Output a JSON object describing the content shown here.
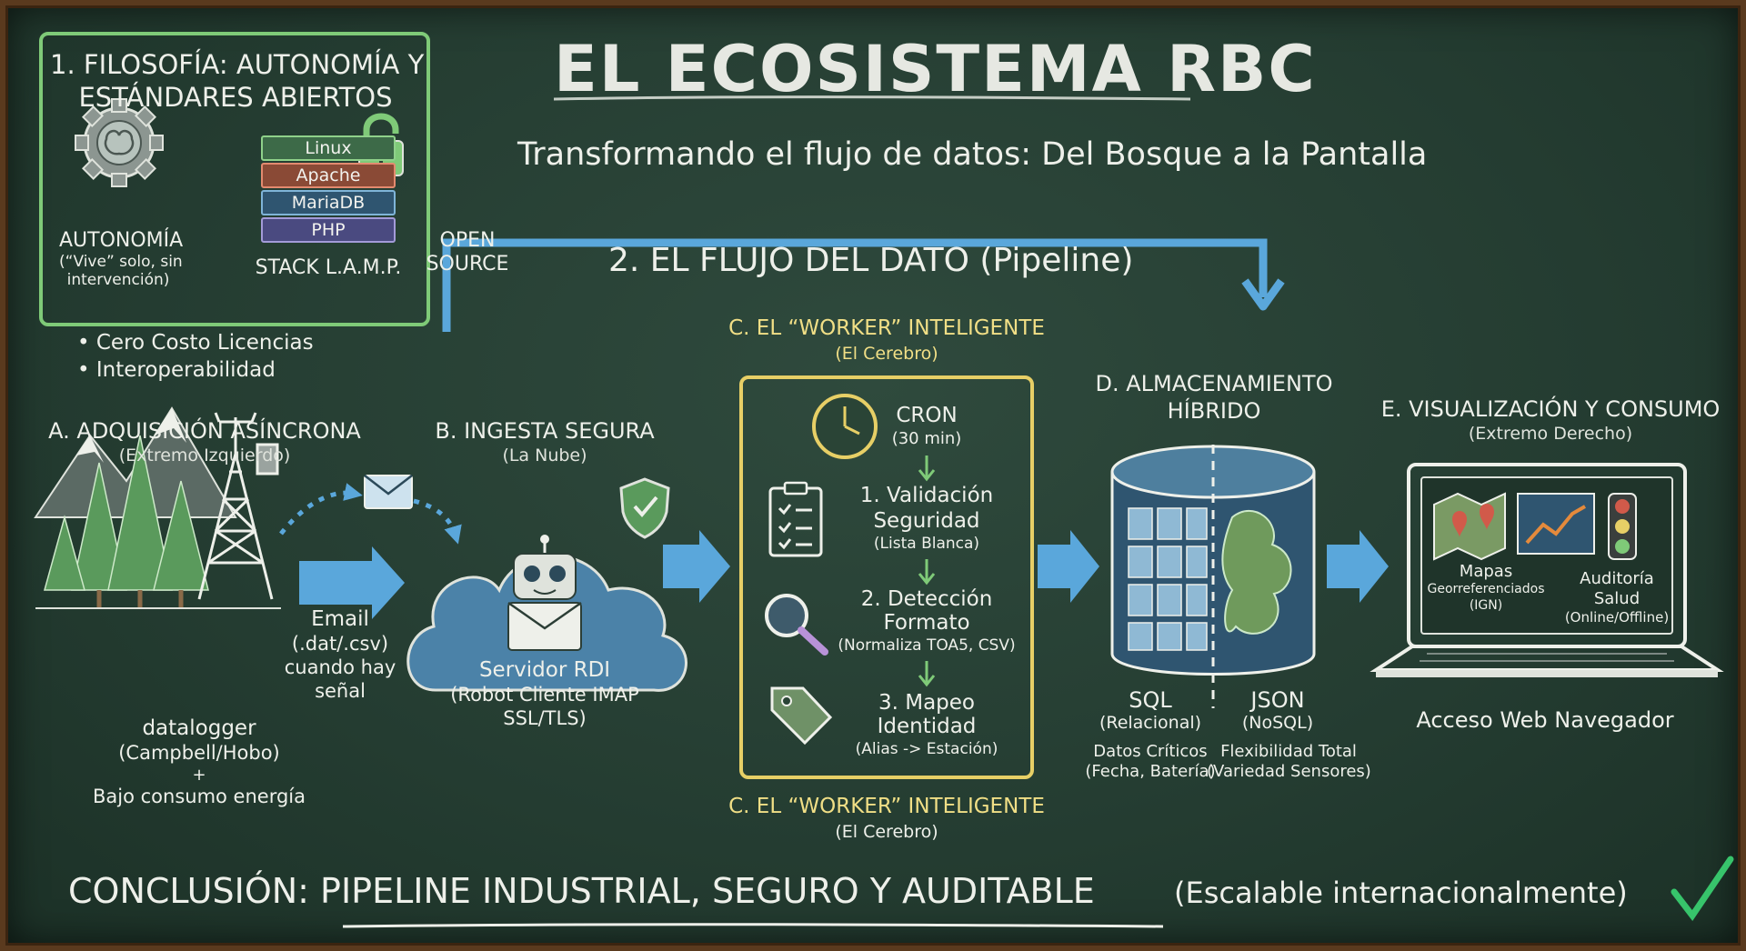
{
  "title": "EL ECOSISTEMA RBC",
  "subtitle": "Transformando el flujo de datos: Del Bosque a la Pantalla",
  "philosophy": {
    "heading_l1": "1. FILOSOFÍA: AUTONOMÍA Y",
    "heading_l2": "ESTÁNDARES ABIERTOS",
    "autonomy_label": "AUTONOMÍA",
    "autonomy_sub_l1": "(“Vive” solo, sin",
    "autonomy_sub_l2": "intervención)",
    "stack": [
      "Linux",
      "Apache",
      "MariaDB",
      "PHP"
    ],
    "stack_label": "STACK L.A.M.P.",
    "open_l1": "OPEN",
    "open_l2": "SOURCE",
    "bullets": [
      "• Cero Costo Licencias",
      "• Interoperabilidad"
    ]
  },
  "pipeline_title": "2. EL FLUJO DEL DATO (Pipeline)",
  "acquisition": {
    "heading": "A. ADQUISICIÓN ASÍNCRONA",
    "sub": "(Extremo Izquierdo)",
    "email_l1": "Email",
    "email_l2": "(.dat/.csv)",
    "email_l3": "cuando hay",
    "email_l4": "señal",
    "logger_l1": "datalogger",
    "logger_l2": "(Campbell/Hobo)",
    "logger_l3": "+",
    "logger_l4": "Bajo consumo energía"
  },
  "ingest": {
    "heading": "B. INGESTA SEGURA",
    "sub": "(La Nube)",
    "server_l1": "Servidor RDI",
    "server_l2": "(Robot Cliente IMAP",
    "server_l3": "SSL/TLS)"
  },
  "worker": {
    "heading": "C. EL “WORKER” INTELIGENTE",
    "sub": "(El Cerebro)",
    "cron": "CRON",
    "cron_sub": "(30 min)",
    "step1_l1": "1. Validación",
    "step1_l2": "Seguridad",
    "step1_sub": "(Lista Blanca)",
    "step2_l1": "2. Detección",
    "step2_l2": "Formato",
    "step2_sub": "(Normaliza TOA5, CSV)",
    "step3_l1": "3. Mapeo",
    "step3_l2": "Identidad",
    "step3_sub": "(Alias -> Estación)",
    "heading_bottom": "C. EL “WORKER” INTELIGENTE",
    "sub_bottom": "(El Cerebro)"
  },
  "storage": {
    "heading_l1": "D. ALMACENAMIENTO",
    "heading_l2": "HÍBRIDO",
    "sql": "SQL",
    "sql_sub": "(Relacional)",
    "sql_desc_l1": "Datos Críticos",
    "sql_desc_l2": "(Fecha, Batería)",
    "json": "JSON",
    "json_sub": "(NoSQL)",
    "json_desc_l1": "Flexibilidad Total",
    "json_desc_l2": "(Variedad Sensores)"
  },
  "visual": {
    "heading": "E. VISUALIZACIÓN Y CONSUMO",
    "sub": "(Extremo Derecho)",
    "maps_l1": "Mapas",
    "maps_l2": "Georreferenciados",
    "maps_l3": "(IGN)",
    "audit_l1": "Auditoría",
    "audit_l2": "Salud",
    "audit_l3": "(Online/Offline)",
    "access": "Acceso Web Navegador"
  },
  "conclusion": "CONCLUSIÓN: PIPELINE INDUSTRIAL, SEGURO Y AUDITABLE",
  "conclusion_note": "(Escalable internacionalmente)",
  "colors": {
    "board": "#243c31",
    "chalk": "#eef0ea",
    "yellow": "#f1df86",
    "green": "#8fd18a",
    "blue": "#5aa7db"
  }
}
